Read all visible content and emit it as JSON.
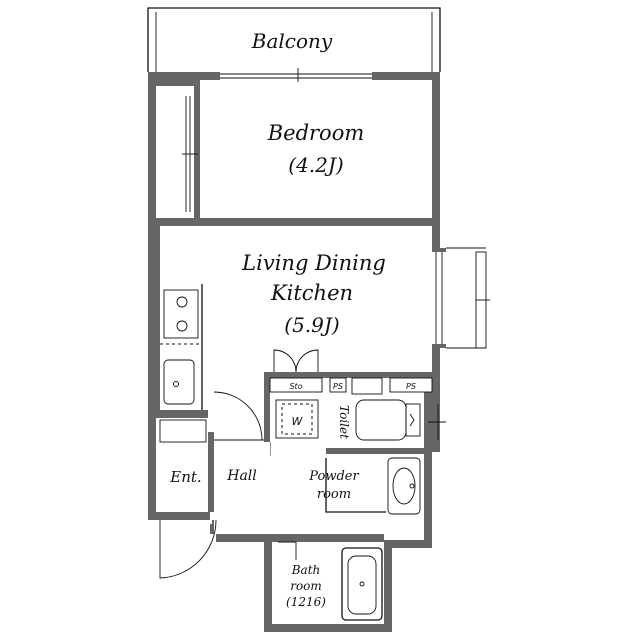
{
  "rooms": {
    "balcony": "Balcony",
    "bedroom": "Bedroom",
    "bedroom_size": "(4.2J)",
    "ldk_line1": "Living Dining",
    "ldk_line2": "Kitchen",
    "ldk_size": "(5.9J)",
    "toilet": "Toilet",
    "powder_line1": "Powder",
    "powder_line2": "room",
    "bath_line1": "Bath",
    "bath_line2": "room",
    "bath_size": "(1216)",
    "entrance": "Ent.",
    "hall": "Hall"
  },
  "fixtures": {
    "storage": "Sto",
    "pipe_space_1": "PS",
    "pipe_space_2": "PS",
    "washer": "W"
  },
  "colors": {
    "wall": "#666666",
    "line": "#111111",
    "background": "#ffffff"
  }
}
